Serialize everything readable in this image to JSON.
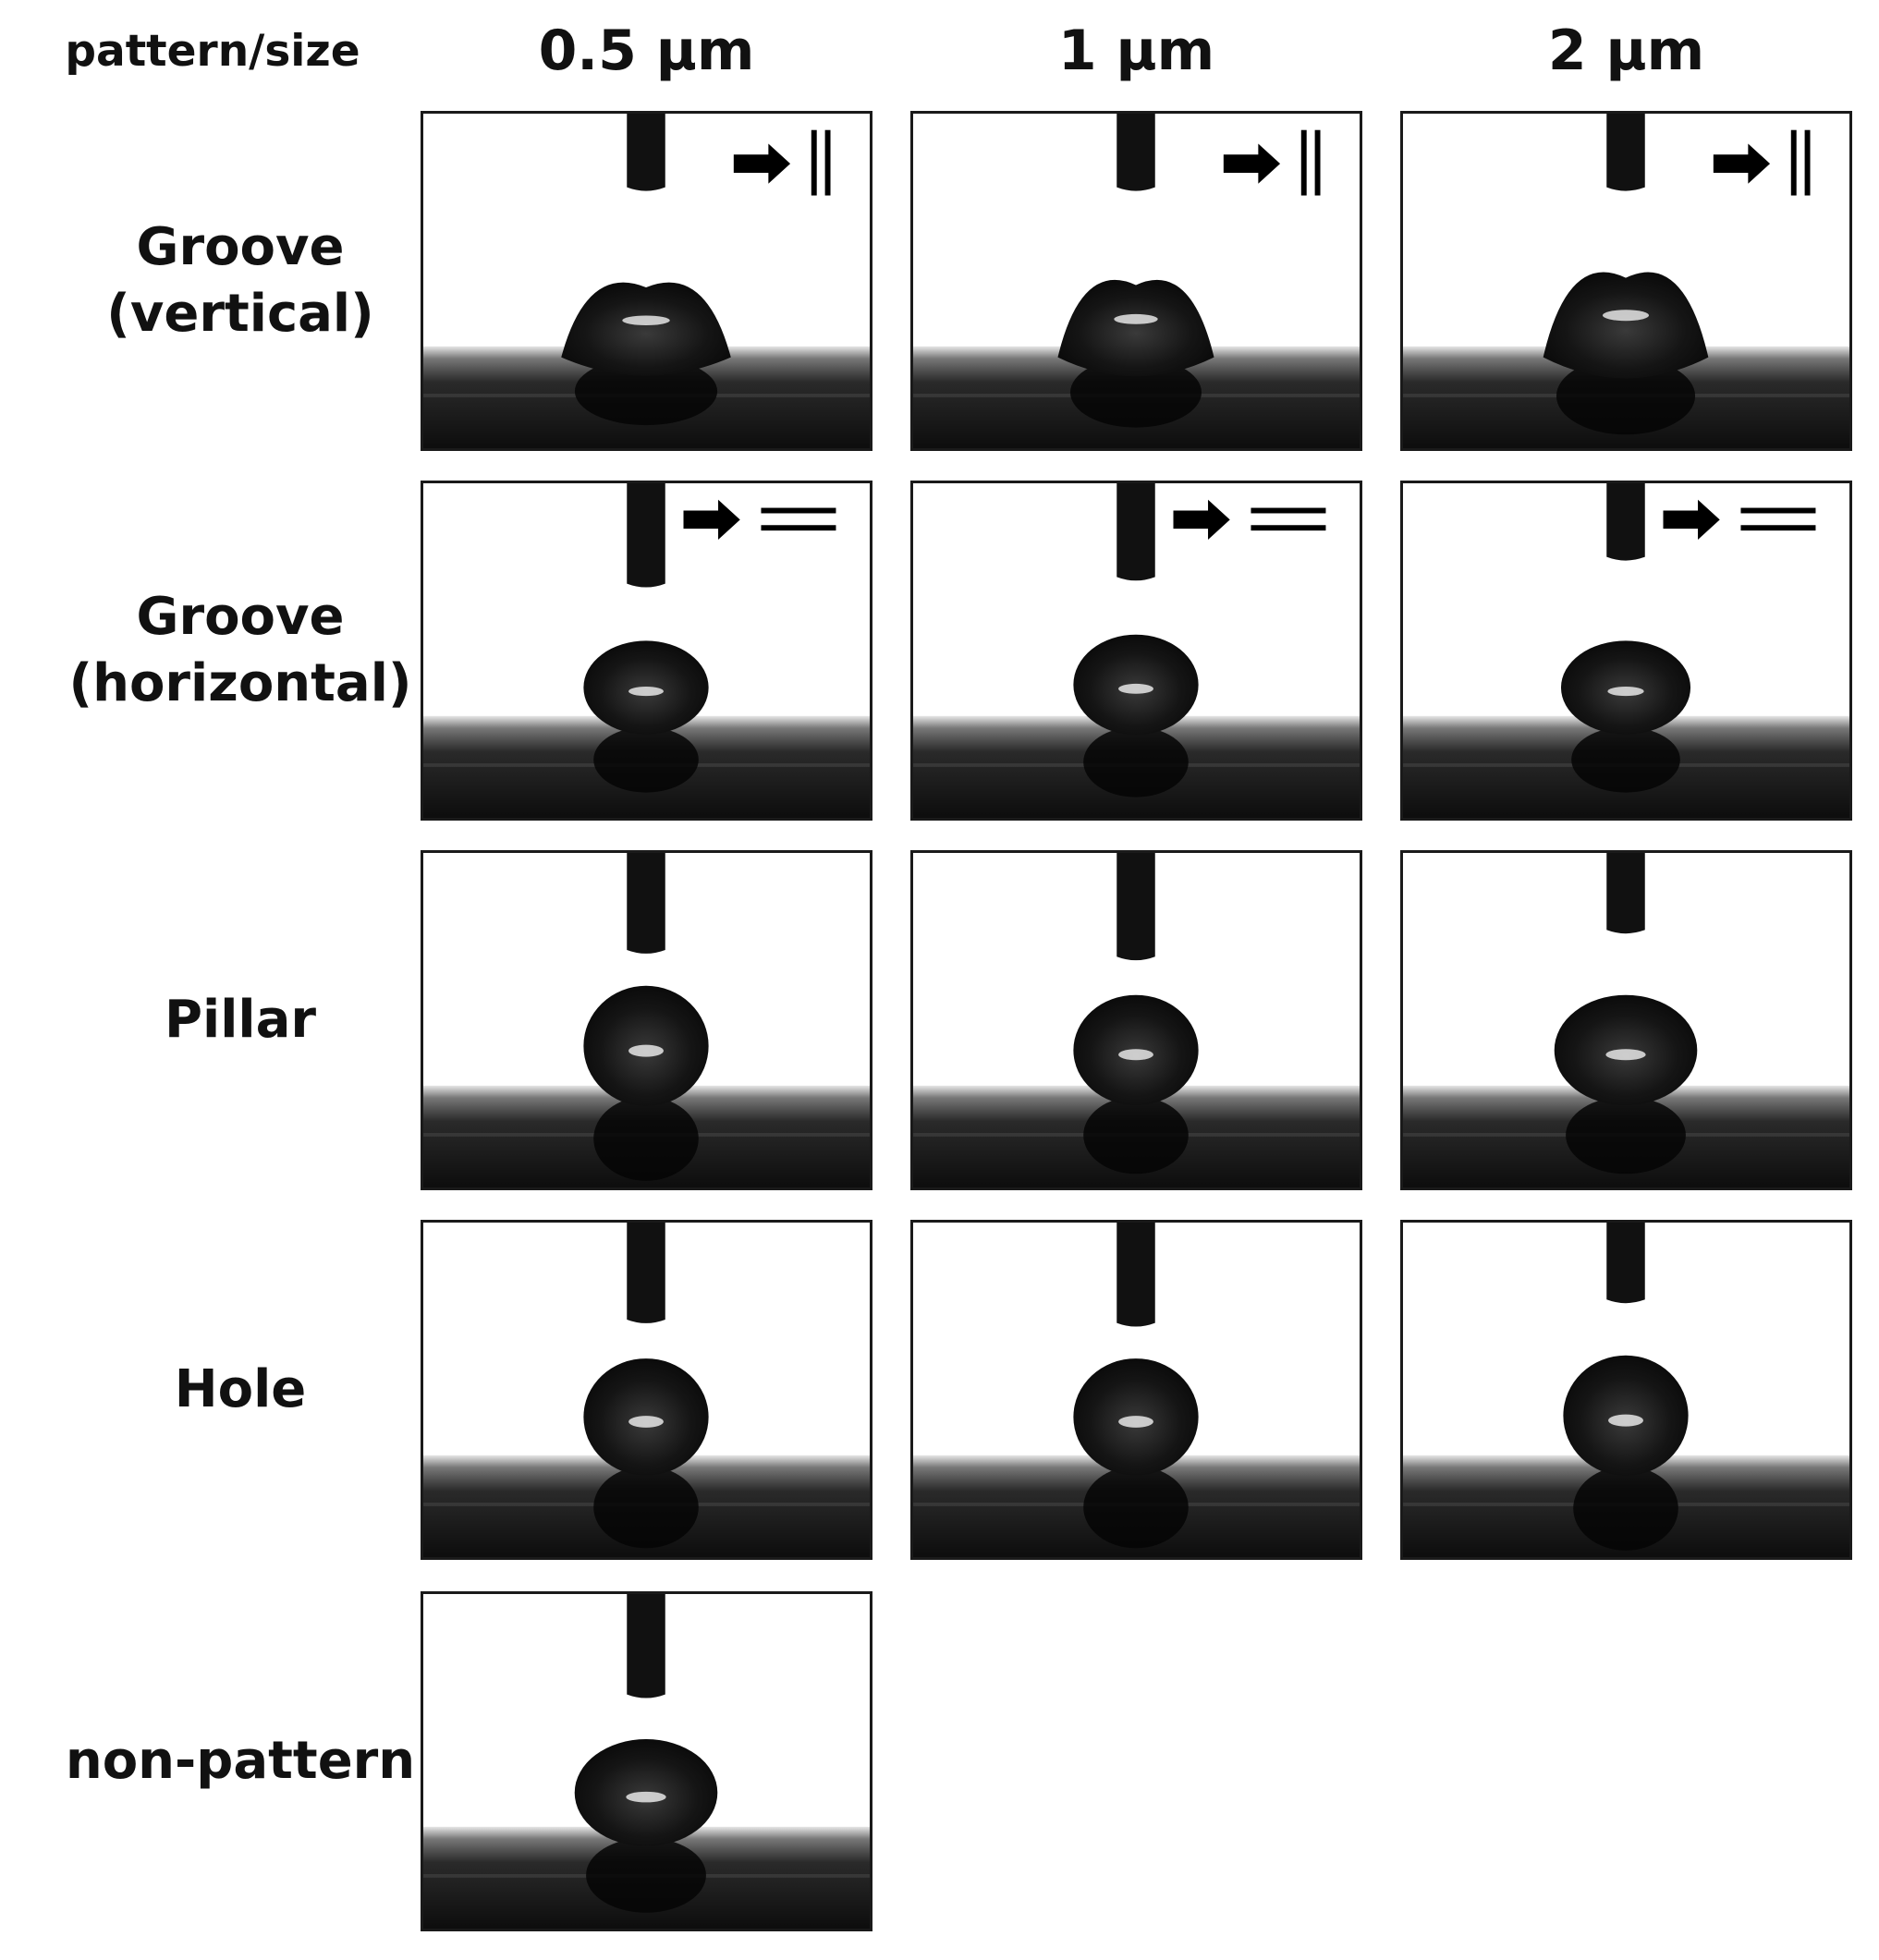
{
  "header": {
    "corner": "pattern/size"
  },
  "columns": [
    {
      "label": "0.5 μm"
    },
    {
      "label": "1 μm"
    },
    {
      "label": "2 μm"
    }
  ],
  "rows": [
    {
      "label_lines": [
        "Groove",
        "(vertical)"
      ],
      "indicator": "arrow-parallel-vertical",
      "panels": [
        {
          "shape": "lens",
          "drop_w": 0.38,
          "drop_h": 0.29,
          "needle_len": 0.22
        },
        {
          "shape": "lens",
          "drop_w": 0.35,
          "drop_h": 0.3,
          "needle_len": 0.22
        },
        {
          "shape": "lens",
          "drop_w": 0.37,
          "drop_h": 0.33,
          "needle_len": 0.22
        }
      ]
    },
    {
      "label_lines": [
        "Groove",
        "(horizontal)"
      ],
      "indicator": "arrow-parallel-horizontal",
      "panels": [
        {
          "shape": "round",
          "drop_w": 0.28,
          "drop_h": 0.28,
          "needle_len": 0.3
        },
        {
          "shape": "round",
          "drop_w": 0.28,
          "drop_h": 0.3,
          "needle_len": 0.28
        },
        {
          "shape": "round",
          "drop_w": 0.29,
          "drop_h": 0.28,
          "needle_len": 0.22
        }
      ]
    },
    {
      "label_lines": [
        "Pillar"
      ],
      "indicator": "none",
      "panels": [
        {
          "shape": "round",
          "drop_w": 0.28,
          "drop_h": 0.36,
          "needle_len": 0.29
        },
        {
          "shape": "round",
          "drop_w": 0.28,
          "drop_h": 0.33,
          "needle_len": 0.31
        },
        {
          "shape": "round",
          "drop_w": 0.32,
          "drop_h": 0.33,
          "needle_len": 0.23
        }
      ]
    },
    {
      "label_lines": [
        "Hole"
      ],
      "indicator": "none",
      "panels": [
        {
          "shape": "round",
          "drop_w": 0.28,
          "drop_h": 0.35,
          "needle_len": 0.29
        },
        {
          "shape": "round",
          "drop_w": 0.28,
          "drop_h": 0.35,
          "needle_len": 0.3
        },
        {
          "shape": "round",
          "drop_w": 0.28,
          "drop_h": 0.36,
          "needle_len": 0.23
        }
      ]
    },
    {
      "label_lines": [
        "non-pattern"
      ],
      "indicator": "none",
      "panels": [
        {
          "shape": "round",
          "drop_w": 0.32,
          "drop_h": 0.32,
          "needle_len": 0.3
        }
      ]
    }
  ],
  "colors": {
    "ink": "#111111",
    "surface": "#1c1c1c",
    "border": "#1a1a1a",
    "background": "#ffffff"
  }
}
